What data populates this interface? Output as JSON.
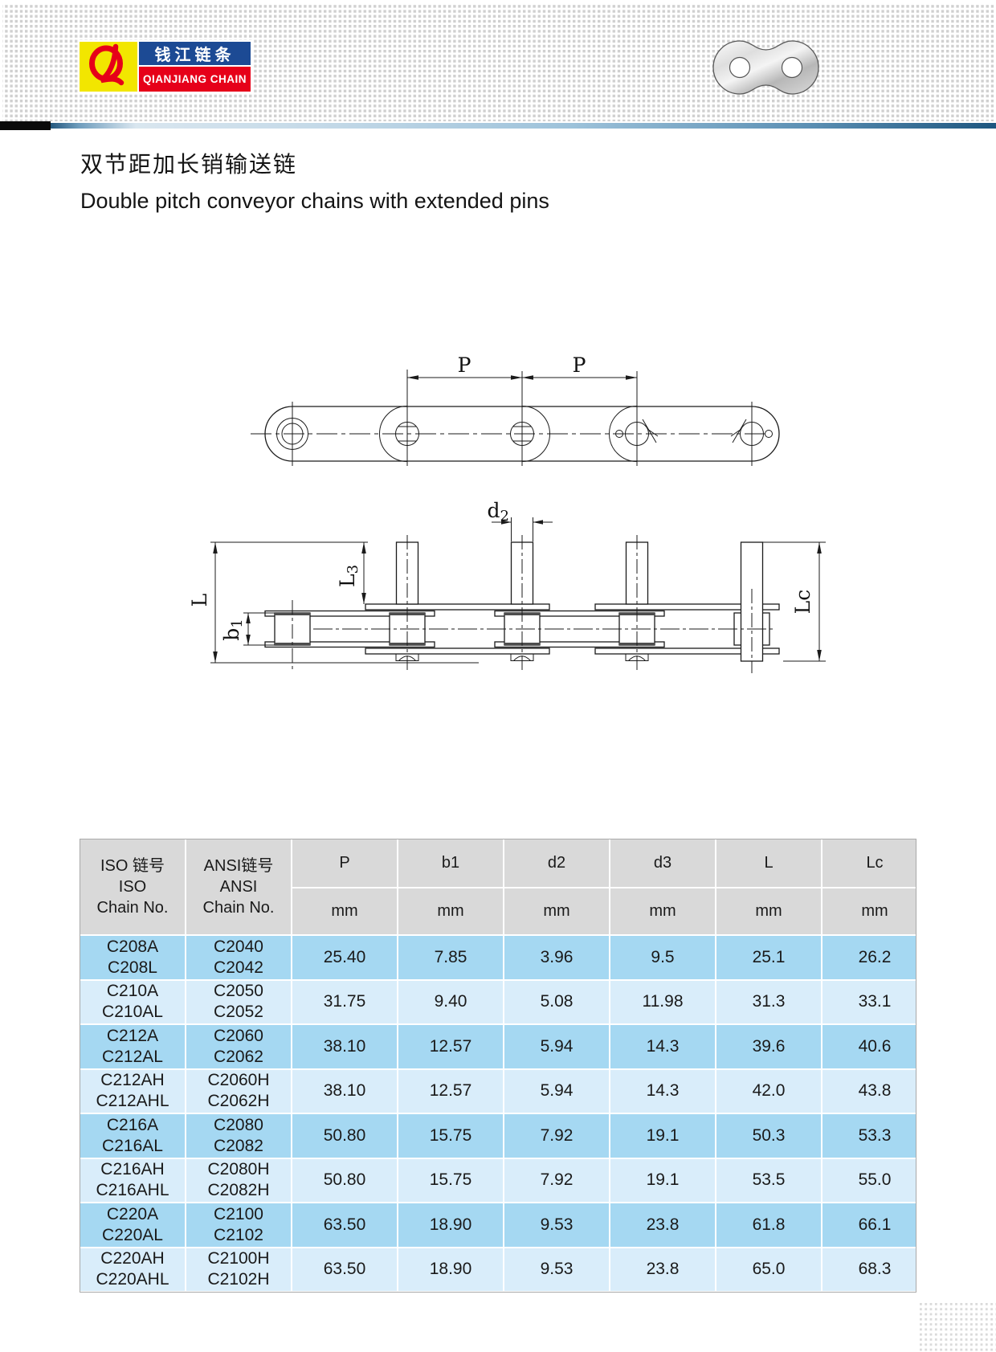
{
  "title": {
    "cn": "双节距加长销输送链",
    "en": "Double pitch conveyor chains with extended pins"
  },
  "logo": {
    "brand_cn": "钱江链条",
    "brand_en": "QIANJIANG CHAIN",
    "colors": {
      "yellow": "#f2e600",
      "blue": "#1c4a94",
      "red": "#e60019"
    }
  },
  "diagram": {
    "top_view": {
      "pitch_label_1": "P",
      "pitch_label_2": "P"
    },
    "side_view": {
      "d2": {
        "main": "d",
        "sub": "2"
      },
      "L3": {
        "main": "L",
        "sub": "3"
      },
      "b1": {
        "main": "b",
        "sub": "1"
      },
      "L": "L",
      "Lc": "Lc"
    }
  },
  "table": {
    "colors": {
      "header": "#d9d9d9",
      "row_dark": "#a5d8f2",
      "row_light": "#d9edfa"
    },
    "header": {
      "iso_lines": [
        "ISO 链号",
        "ISO",
        "Chain No."
      ],
      "ansi_lines": [
        "ANSI链号",
        "ANSI",
        "Chain No."
      ],
      "dims": [
        "P",
        "b1",
        "d2",
        "d3",
        "L",
        "Lc"
      ],
      "unit": "mm"
    },
    "rows": [
      {
        "iso1": "C208A",
        "iso2": "C208L",
        "ansi1": "C2040",
        "ansi2": "C2042",
        "p": "25.40",
        "b1": "7.85",
        "d2": "3.96",
        "d3": "9.5",
        "l": "25.1",
        "lc": "26.2"
      },
      {
        "iso1": "C210A",
        "iso2": "C210AL",
        "ansi1": "C2050",
        "ansi2": "C2052",
        "p": "31.75",
        "b1": "9.40",
        "d2": "5.08",
        "d3": "11.98",
        "l": "31.3",
        "lc": "33.1"
      },
      {
        "iso1": "C212A",
        "iso2": "C212AL",
        "ansi1": "C2060",
        "ansi2": "C2062",
        "p": "38.10",
        "b1": "12.57",
        "d2": "5.94",
        "d3": "14.3",
        "l": "39.6",
        "lc": "40.6"
      },
      {
        "iso1": "C212AH",
        "iso2": "C212AHL",
        "ansi1": "C2060H",
        "ansi2": "C2062H",
        "p": "38.10",
        "b1": "12.57",
        "d2": "5.94",
        "d3": "14.3",
        "l": "42.0",
        "lc": "43.8"
      },
      {
        "iso1": "C216A",
        "iso2": "C216AL",
        "ansi1": "C2080",
        "ansi2": "C2082",
        "p": "50.80",
        "b1": "15.75",
        "d2": "7.92",
        "d3": "19.1",
        "l": "50.3",
        "lc": "53.3"
      },
      {
        "iso1": "C216AH",
        "iso2": "C216AHL",
        "ansi1": "C2080H",
        "ansi2": "C2082H",
        "p": "50.80",
        "b1": "15.75",
        "d2": "7.92",
        "d3": "19.1",
        "l": "53.5",
        "lc": "55.0"
      },
      {
        "iso1": "C220A",
        "iso2": "C220AL",
        "ansi1": "C2100",
        "ansi2": "C2102",
        "p": "63.50",
        "b1": "18.90",
        "d2": "9.53",
        "d3": "23.8",
        "l": "61.8",
        "lc": "66.1"
      },
      {
        "iso1": "C220AH",
        "iso2": "C220AHL",
        "ansi1": "C2100H",
        "ansi2": "C2102H",
        "p": "63.50",
        "b1": "18.90",
        "d2": "9.53",
        "d3": "23.8",
        "l": "65.0",
        "lc": "68.3"
      }
    ]
  }
}
